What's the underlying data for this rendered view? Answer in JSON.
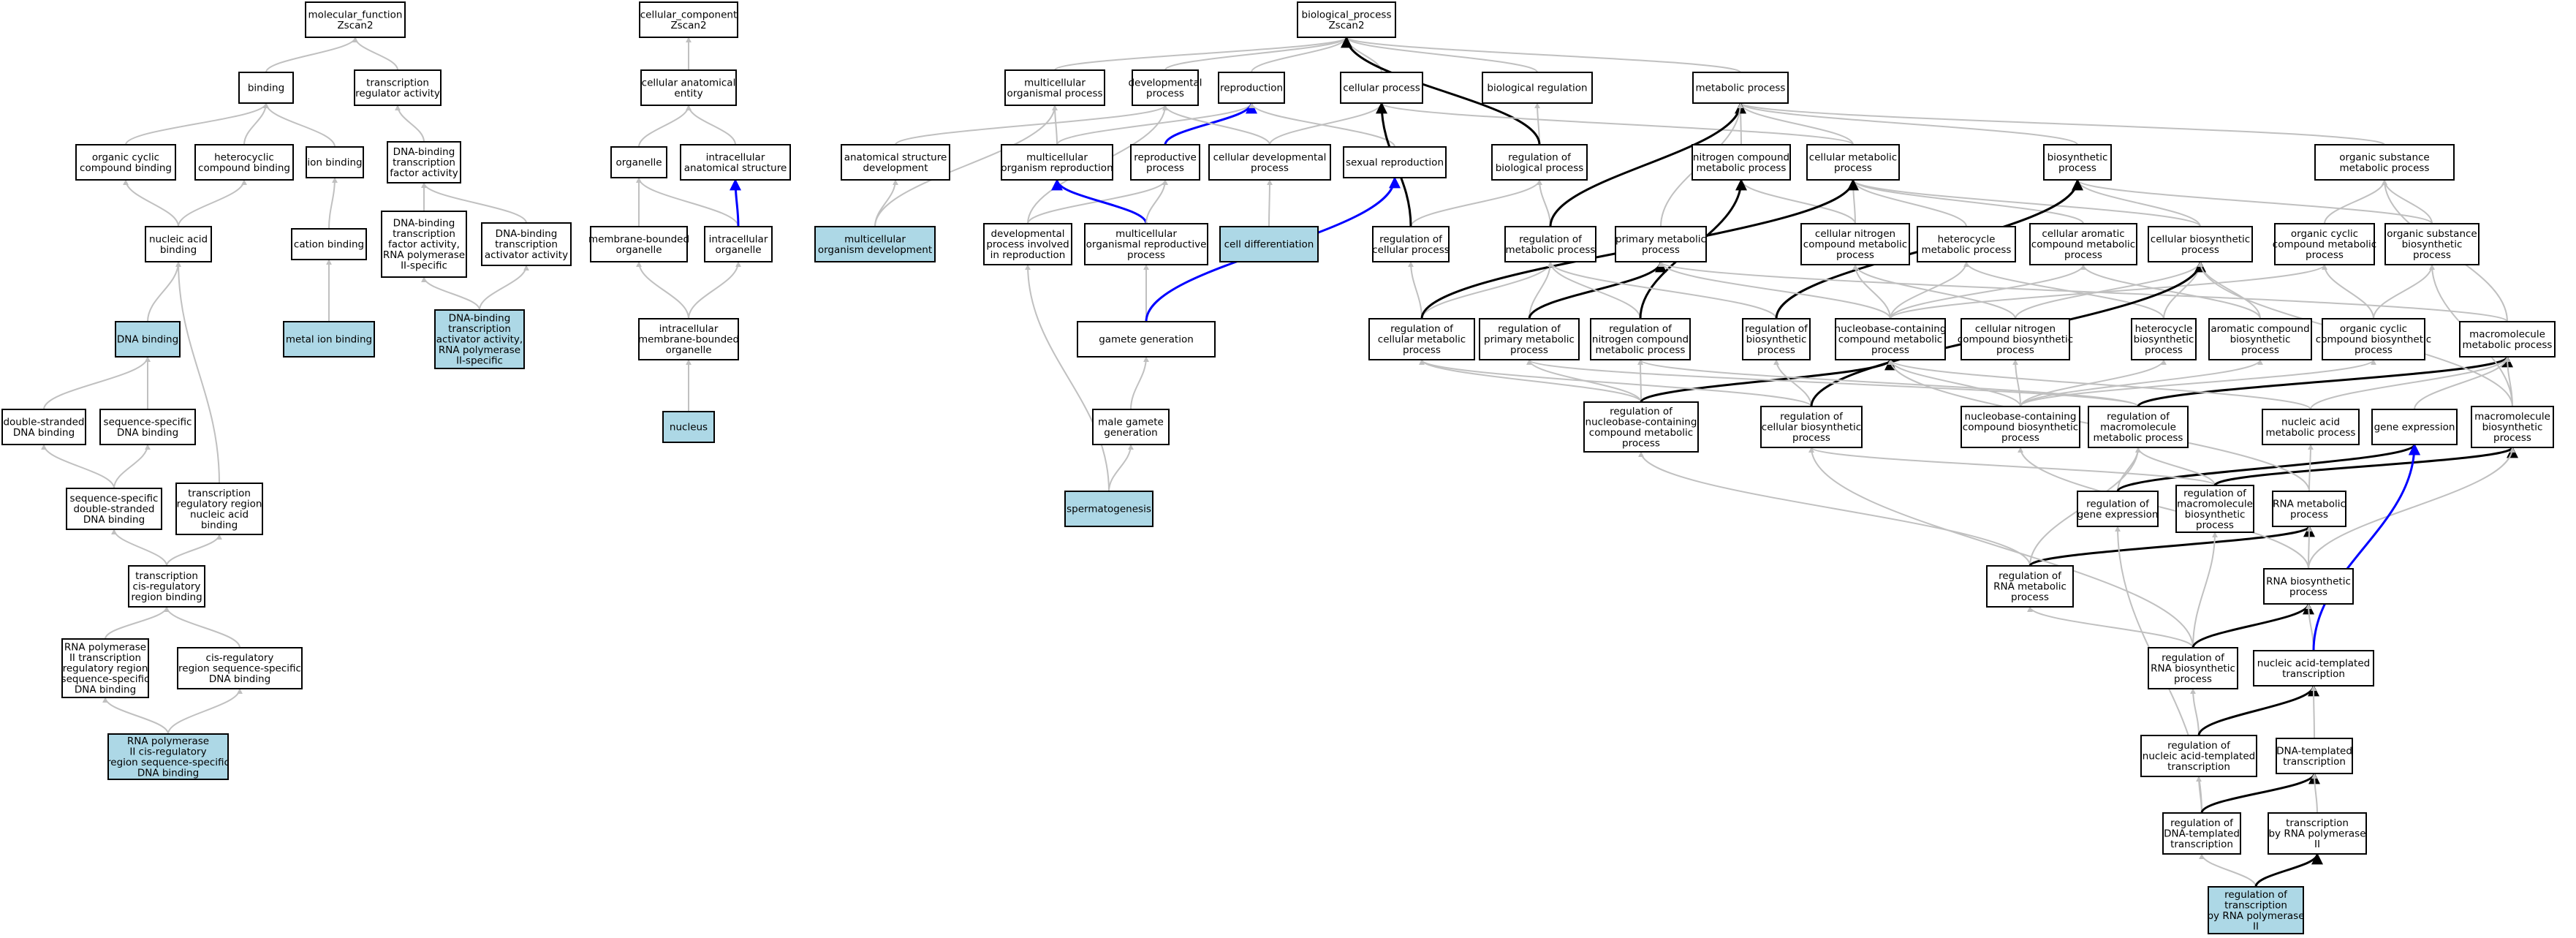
{
  "colors": {
    "edge_default": "#c0c0c0",
    "edge_highlight": "#000000",
    "edge_blue": "#0000ff",
    "node_highlight": "#add8e6",
    "node_fill": "#ffffff"
  },
  "nodes": [
    {
      "id": "mf",
      "label": [
        "molecular_function",
        "Zscan2"
      ]
    },
    {
      "id": "binding",
      "label": [
        "binding"
      ]
    },
    {
      "id": "tra",
      "label": [
        "transcription",
        "regulator activity"
      ]
    },
    {
      "id": "occb",
      "label": [
        "organic cyclic",
        "compound binding"
      ]
    },
    {
      "id": "hccb",
      "label": [
        "heterocyclic",
        "compound binding"
      ]
    },
    {
      "id": "ionb",
      "label": [
        "ion binding"
      ]
    },
    {
      "id": "dbtfa",
      "label": [
        "DNA-binding",
        "transcription",
        "factor activity"
      ]
    },
    {
      "id": "nab",
      "label": [
        "nucleic acid",
        "binding"
      ]
    },
    {
      "id": "cationb",
      "label": [
        "cation binding"
      ]
    },
    {
      "id": "dbtfa2",
      "label": [
        "DNA-binding",
        "transcription",
        "factor activity,",
        "RNA polymerase",
        "II-specific"
      ]
    },
    {
      "id": "dbtaa",
      "label": [
        "DNA-binding",
        "transcription",
        "activator activity"
      ]
    },
    {
      "id": "dnab",
      "label": [
        "DNA binding"
      ],
      "highlight": true
    },
    {
      "id": "mib",
      "label": [
        "metal ion binding"
      ],
      "highlight": true
    },
    {
      "id": "dbtaa2",
      "label": [
        "DNA-binding",
        "transcription",
        "activator activity,",
        "RNA polymerase",
        "II-specific"
      ],
      "highlight": true
    },
    {
      "id": "dsdb",
      "label": [
        "double-stranded",
        "DNA binding"
      ]
    },
    {
      "id": "ssdb",
      "label": [
        "sequence-specific",
        "DNA binding"
      ]
    },
    {
      "id": "ssdsdb",
      "label": [
        "sequence-specific",
        "double-stranded",
        "DNA binding"
      ]
    },
    {
      "id": "trrnab",
      "label": [
        "transcription",
        "regulatory region",
        "nucleic acid",
        "binding"
      ]
    },
    {
      "id": "tcrrb",
      "label": [
        "transcription",
        "cis-regulatory",
        "region binding"
      ]
    },
    {
      "id": "rp2",
      "label": [
        "RNA polymerase",
        "II transcription",
        "regulatory region",
        "sequence-specific",
        "DNA binding"
      ]
    },
    {
      "id": "crrssdb",
      "label": [
        "cis-regulatory",
        "region sequence-specific",
        "DNA binding"
      ]
    },
    {
      "id": "rp2cr",
      "label": [
        "RNA polymerase",
        "II cis-regulatory",
        "region sequence-specific",
        "DNA binding"
      ],
      "highlight": true
    },
    {
      "id": "cc",
      "label": [
        "cellular_component",
        "Zscan2"
      ]
    },
    {
      "id": "cae",
      "label": [
        "cellular anatomical",
        "entity"
      ]
    },
    {
      "id": "organelle",
      "label": [
        "organelle"
      ]
    },
    {
      "id": "ias",
      "label": [
        "intracellular",
        "anatomical structure"
      ]
    },
    {
      "id": "mbo",
      "label": [
        "membrane-bounded",
        "organelle"
      ]
    },
    {
      "id": "io",
      "label": [
        "intracellular",
        "organelle"
      ]
    },
    {
      "id": "imbo",
      "label": [
        "intracellular",
        "membrane-bounded",
        "organelle"
      ]
    },
    {
      "id": "nucleus",
      "label": [
        "nucleus"
      ],
      "highlight": true
    },
    {
      "id": "bp",
      "label": [
        "biological_process",
        "Zscan2"
      ]
    },
    {
      "id": "mop",
      "label": [
        "multicellular",
        "organismal process"
      ]
    },
    {
      "id": "devp",
      "label": [
        "developmental",
        "process"
      ]
    },
    {
      "id": "repro",
      "label": [
        "reproduction"
      ]
    },
    {
      "id": "cellp",
      "label": [
        "cellular process"
      ]
    },
    {
      "id": "bioreg",
      "label": [
        "biological regulation"
      ]
    },
    {
      "id": "metp",
      "label": [
        "metabolic process"
      ]
    },
    {
      "id": "asd",
      "label": [
        "anatomical structure",
        "development"
      ]
    },
    {
      "id": "mor",
      "label": [
        "multicellular",
        "organism reproduction"
      ]
    },
    {
      "id": "reprop",
      "label": [
        "reproductive",
        "process"
      ]
    },
    {
      "id": "cdp",
      "label": [
        "cellular developmental",
        "process"
      ]
    },
    {
      "id": "sexrep",
      "label": [
        "sexual reproduction"
      ]
    },
    {
      "id": "regbp",
      "label": [
        "regulation of",
        "biological process"
      ]
    },
    {
      "id": "ncmp",
      "label": [
        "nitrogen compound",
        "metabolic process"
      ]
    },
    {
      "id": "cmp",
      "label": [
        "cellular metabolic",
        "process"
      ]
    },
    {
      "id": "biosyn",
      "label": [
        "biosynthetic",
        "process"
      ]
    },
    {
      "id": "osmp",
      "label": [
        "organic substance",
        "metabolic process"
      ]
    },
    {
      "id": "mod",
      "label": [
        "multicellular",
        "organism development"
      ],
      "highlight": true
    },
    {
      "id": "celldiff",
      "label": [
        "cell differentiation"
      ],
      "highlight": true
    },
    {
      "id": "dpir",
      "label": [
        "developmental",
        "process involved",
        "in reproduction"
      ]
    },
    {
      "id": "morp",
      "label": [
        "multicellular",
        "organismal reproductive",
        "process"
      ]
    },
    {
      "id": "regcp",
      "label": [
        "regulation of",
        "cellular process"
      ]
    },
    {
      "id": "regmp",
      "label": [
        "regulation of",
        "metabolic process"
      ]
    },
    {
      "id": "pmp",
      "label": [
        "primary metabolic",
        "process"
      ]
    },
    {
      "id": "cncmp",
      "label": [
        "cellular nitrogen",
        "compound metabolic",
        "process"
      ]
    },
    {
      "id": "hmp",
      "label": [
        "heterocycle",
        "metabolic process"
      ]
    },
    {
      "id": "cacmp",
      "label": [
        "cellular aromatic",
        "compound metabolic",
        "process"
      ]
    },
    {
      "id": "cbp",
      "label": [
        "cellular biosynthetic",
        "process"
      ]
    },
    {
      "id": "occmp",
      "label": [
        "organic cyclic",
        "compound metabolic",
        "process"
      ]
    },
    {
      "id": "osbp",
      "label": [
        "organic substance",
        "biosynthetic",
        "process"
      ]
    },
    {
      "id": "gamgen",
      "label": [
        "gamete generation"
      ]
    },
    {
      "id": "regcmp",
      "label": [
        "regulation of",
        "cellular metabolic",
        "process"
      ]
    },
    {
      "id": "regpmp",
      "label": [
        "regulation of",
        "primary metabolic",
        "process"
      ]
    },
    {
      "id": "regncmp",
      "label": [
        "regulation of",
        "nitrogen compound",
        "metabolic process"
      ]
    },
    {
      "id": "regbsp",
      "label": [
        "regulation of",
        "biosynthetic",
        "process"
      ]
    },
    {
      "id": "nbccmp",
      "label": [
        "nucleobase-containing",
        "compound metabolic",
        "process"
      ]
    },
    {
      "id": "cncbp",
      "label": [
        "cellular nitrogen",
        "compound biosynthetic",
        "process"
      ]
    },
    {
      "id": "hbp",
      "label": [
        "heterocycle",
        "biosynthetic",
        "process"
      ]
    },
    {
      "id": "acbp",
      "label": [
        "aromatic compound",
        "biosynthetic",
        "process"
      ]
    },
    {
      "id": "occbp",
      "label": [
        "organic cyclic",
        "compound biosynthetic",
        "process"
      ]
    },
    {
      "id": "macromp",
      "label": [
        "macromolecule",
        "metabolic process"
      ]
    },
    {
      "id": "mgg",
      "label": [
        "male gamete",
        "generation"
      ]
    },
    {
      "id": "regnbccmp",
      "label": [
        "regulation of",
        "nucleobase-containing",
        "compound metabolic",
        "process"
      ]
    },
    {
      "id": "regcbp",
      "label": [
        "regulation of",
        "cellular biosynthetic",
        "process"
      ]
    },
    {
      "id": "nbccbp",
      "label": [
        "nucleobase-containing",
        "compound biosynthetic",
        "process"
      ]
    },
    {
      "id": "regmmp",
      "label": [
        "regulation of",
        "macromolecule",
        "metabolic process"
      ]
    },
    {
      "id": "namp",
      "label": [
        "nucleic acid",
        "metabolic process"
      ]
    },
    {
      "id": "geneexp",
      "label": [
        "gene expression"
      ]
    },
    {
      "id": "mbp",
      "label": [
        "macromolecule",
        "biosynthetic",
        "process"
      ]
    },
    {
      "id": "spermatogenesis",
      "label": [
        "spermatogenesis"
      ],
      "highlight": true
    },
    {
      "id": "regge",
      "label": [
        "regulation of",
        "gene expression"
      ]
    },
    {
      "id": "regmbp",
      "label": [
        "regulation of",
        "macromolecule",
        "biosynthetic",
        "process"
      ]
    },
    {
      "id": "rnamp",
      "label": [
        "RNA metabolic",
        "process"
      ]
    },
    {
      "id": "regrnamp",
      "label": [
        "regulation of",
        "RNA metabolic",
        "process"
      ]
    },
    {
      "id": "rnabp",
      "label": [
        "RNA biosynthetic",
        "process"
      ]
    },
    {
      "id": "regrnabp",
      "label": [
        "regulation of",
        "RNA biosynthetic",
        "process"
      ]
    },
    {
      "id": "natt",
      "label": [
        "nucleic acid-templated",
        "transcription"
      ]
    },
    {
      "id": "regnatt",
      "label": [
        "regulation of",
        "nucleic acid-templated",
        "transcription"
      ]
    },
    {
      "id": "dtt",
      "label": [
        "DNA-templated",
        "transcription"
      ]
    },
    {
      "id": "regdtt",
      "label": [
        "regulation of",
        "DNA-templated",
        "transcription"
      ]
    },
    {
      "id": "trp2",
      "label": [
        "transcription",
        "by RNA polymerase",
        "II"
      ]
    },
    {
      "id": "regtrp2",
      "label": [
        "regulation of",
        "transcription",
        "by RNA polymerase",
        "II"
      ],
      "highlight": true
    }
  ],
  "edges": [
    [
      "binding",
      "mf"
    ],
    [
      "tra",
      "mf"
    ],
    [
      "occb",
      "binding"
    ],
    [
      "hccb",
      "binding"
    ],
    [
      "ionb",
      "binding"
    ],
    [
      "dbtfa",
      "tra"
    ],
    [
      "nab",
      "occb"
    ],
    [
      "nab",
      "hccb"
    ],
    [
      "cationb",
      "ionb"
    ],
    [
      "dbtfa2",
      "dbtfa"
    ],
    [
      "dbtaa",
      "dbtfa"
    ],
    [
      "dnab",
      "nab"
    ],
    [
      "mib",
      "cationb"
    ],
    [
      "dbtaa2",
      "dbtfa2"
    ],
    [
      "dbtaa2",
      "dbtaa"
    ],
    [
      "dsdb",
      "dnab"
    ],
    [
      "ssdb",
      "dnab"
    ],
    [
      "ssdsdb",
      "dsdb"
    ],
    [
      "ssdsdb",
      "ssdb"
    ],
    [
      "trrnab",
      "nab"
    ],
    [
      "tcrrb",
      "ssdsdb"
    ],
    [
      "tcrrb",
      "trrnab"
    ],
    [
      "rp2",
      "tcrrb"
    ],
    [
      "crrssdb",
      "tcrrb"
    ],
    [
      "rp2cr",
      "rp2"
    ],
    [
      "rp2cr",
      "crrssdb"
    ],
    [
      "cae",
      "cc"
    ],
    [
      "organelle",
      "cae"
    ],
    [
      "ias",
      "cae"
    ],
    [
      "mbo",
      "organelle"
    ],
    [
      "io",
      "organelle"
    ],
    [
      "io",
      "ias",
      "blue"
    ],
    [
      "imbo",
      "mbo"
    ],
    [
      "imbo",
      "io"
    ],
    [
      "nucleus",
      "imbo"
    ],
    [
      "mop",
      "bp"
    ],
    [
      "devp",
      "bp"
    ],
    [
      "repro",
      "bp"
    ],
    [
      "cellp",
      "bp"
    ],
    [
      "bioreg",
      "bp"
    ],
    [
      "metp",
      "bp"
    ],
    [
      "asd",
      "devp"
    ],
    [
      "mod",
      "mop"
    ],
    [
      "mod",
      "asd"
    ],
    [
      "mor",
      "mop"
    ],
    [
      "mor",
      "repro"
    ],
    [
      "reprop",
      "repro",
      "blue"
    ],
    [
      "cdp",
      "cellp"
    ],
    [
      "cdp",
      "devp"
    ],
    [
      "sexrep",
      "repro"
    ],
    [
      "regbp",
      "bioreg"
    ],
    [
      "regbp",
      "bp",
      "black"
    ],
    [
      "ncmp",
      "metp"
    ],
    [
      "cmp",
      "metp"
    ],
    [
      "cmp",
      "cellp"
    ],
    [
      "biosyn",
      "metp"
    ],
    [
      "osmp",
      "metp"
    ],
    [
      "celldiff",
      "cdp"
    ],
    [
      "dpir",
      "devp"
    ],
    [
      "dpir",
      "reprop"
    ],
    [
      "morp",
      "mor",
      "blue"
    ],
    [
      "morp",
      "reprop"
    ],
    [
      "regcp",
      "regbp"
    ],
    [
      "regcp",
      "cellp",
      "black"
    ],
    [
      "regmp",
      "regbp"
    ],
    [
      "regmp",
      "metp",
      "black"
    ],
    [
      "pmp",
      "metp"
    ],
    [
      "cncmp",
      "ncmp"
    ],
    [
      "cncmp",
      "cmp"
    ],
    [
      "hmp",
      "cmp"
    ],
    [
      "cacmp",
      "cmp"
    ],
    [
      "cbp",
      "biosyn"
    ],
    [
      "cbp",
      "cmp"
    ],
    [
      "occmp",
      "osmp"
    ],
    [
      "osbp",
      "osmp"
    ],
    [
      "osbp",
      "biosyn"
    ],
    [
      "gamgen",
      "morp"
    ],
    [
      "gamgen",
      "sexrep",
      "blue"
    ],
    [
      "regcmp",
      "regcp"
    ],
    [
      "regcmp",
      "regmp"
    ],
    [
      "regcmp",
      "cmp",
      "black"
    ],
    [
      "regpmp",
      "regmp"
    ],
    [
      "regpmp",
      "pmp",
      "black"
    ],
    [
      "regncmp",
      "regmp"
    ],
    [
      "regncmp",
      "ncmp",
      "black"
    ],
    [
      "regbsp",
      "regmp"
    ],
    [
      "regbsp",
      "biosyn",
      "black"
    ],
    [
      "nbccmp",
      "cncmp"
    ],
    [
      "nbccmp",
      "hmp"
    ],
    [
      "nbccmp",
      "cacmp"
    ],
    [
      "nbccmp",
      "occmp"
    ],
    [
      "nbccmp",
      "pmp"
    ],
    [
      "cncbp",
      "cncmp"
    ],
    [
      "cncbp",
      "cbp"
    ],
    [
      "hbp",
      "hmp"
    ],
    [
      "hbp",
      "cbp"
    ],
    [
      "acbp",
      "cacmp"
    ],
    [
      "acbp",
      "cbp"
    ],
    [
      "occbp",
      "occmp"
    ],
    [
      "occbp",
      "osbp"
    ],
    [
      "macromp",
      "osmp"
    ],
    [
      "macromp",
      "pmp"
    ],
    [
      "mgg",
      "gamgen"
    ],
    [
      "spermatogenesis",
      "mgg"
    ],
    [
      "spermatogenesis",
      "dpir"
    ],
    [
      "regnbccmp",
      "regcmp"
    ],
    [
      "regnbccmp",
      "regncmp"
    ],
    [
      "regnbccmp",
      "regpmp"
    ],
    [
      "regnbccmp",
      "nbccmp",
      "black"
    ],
    [
      "regcbp",
      "regcmp"
    ],
    [
      "regcbp",
      "regbsp"
    ],
    [
      "regcbp",
      "cbp",
      "black"
    ],
    [
      "nbccbp",
      "nbccmp"
    ],
    [
      "nbccbp",
      "cncbp"
    ],
    [
      "nbccbp",
      "hbp"
    ],
    [
      "nbccbp",
      "acbp"
    ],
    [
      "nbccbp",
      "occbp"
    ],
    [
      "regmmp",
      "regpmp"
    ],
    [
      "regmmp",
      "regncmp"
    ],
    [
      "regmmp",
      "macromp",
      "black"
    ],
    [
      "namp",
      "macromp"
    ],
    [
      "namp",
      "nbccmp"
    ],
    [
      "geneexp",
      "macromp"
    ],
    [
      "mbp",
      "macromp"
    ],
    [
      "mbp",
      "osbp"
    ],
    [
      "mbp",
      "cbp"
    ],
    [
      "regge",
      "regmmp"
    ],
    [
      "regge",
      "geneexp",
      "black"
    ],
    [
      "regmbp",
      "regmmp"
    ],
    [
      "regmbp",
      "regcbp"
    ],
    [
      "regmbp",
      "mbp",
      "black"
    ],
    [
      "rnamp",
      "namp"
    ],
    [
      "rnamp",
      "nbccmp"
    ],
    [
      "regrnamp",
      "regmmp"
    ],
    [
      "regrnamp",
      "regnbccmp"
    ],
    [
      "regrnamp",
      "rnamp",
      "black"
    ],
    [
      "rnabp",
      "rnamp"
    ],
    [
      "rnabp",
      "mbp"
    ],
    [
      "rnabp",
      "nbccbp"
    ],
    [
      "regrnabp",
      "regrnamp"
    ],
    [
      "regrnabp",
      "regmbp"
    ],
    [
      "regrnabp",
      "regcbp"
    ],
    [
      "regrnabp",
      "rnabp",
      "black"
    ],
    [
      "natt",
      "rnabp"
    ],
    [
      "natt",
      "geneexp",
      "blue"
    ],
    [
      "regnatt",
      "regrnabp"
    ],
    [
      "regnatt",
      "natt",
      "black"
    ],
    [
      "dtt",
      "natt"
    ],
    [
      "regdtt",
      "regnatt"
    ],
    [
      "regdtt",
      "regge"
    ],
    [
      "regdtt",
      "dtt",
      "black"
    ],
    [
      "trp2",
      "dtt"
    ],
    [
      "regtrp2",
      "regdtt"
    ],
    [
      "regtrp2",
      "trp2",
      "black"
    ]
  ]
}
